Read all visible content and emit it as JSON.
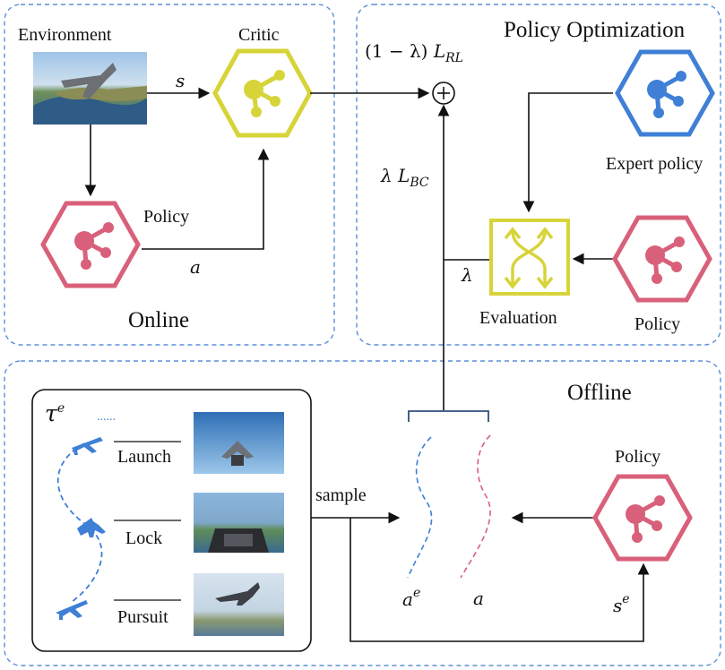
{
  "panels": {
    "online": {
      "title": "Online"
    },
    "policy_optimization": {
      "title": "Policy Optimization"
    },
    "offline": {
      "title": "Offline"
    }
  },
  "nodes": {
    "environment": "Environment",
    "critic": "Critic",
    "online_policy": "Policy",
    "expert_policy": "Expert policy",
    "evaluation": "Evaluation",
    "opt_policy": "Policy",
    "offline_policy": "Policy"
  },
  "edge_labels": {
    "state": "s",
    "action": "a",
    "rl_loss_coeff": "(1 − λ)",
    "rl_loss": "L",
    "rl_loss_sub": "RL",
    "bc_coeff": "λ",
    "bc_loss": "L",
    "bc_loss_sub": "BC",
    "lambda": "λ",
    "plus": "+",
    "sample": "sample"
  },
  "trajectory": {
    "symbol": "τ",
    "symbol_sup": "e",
    "dots": "......",
    "stages": [
      "Launch",
      "Lock",
      "Pursuit"
    ]
  },
  "offline_labels": {
    "expert_action": "a",
    "expert_action_sup": "e",
    "action": "a",
    "expert_state": "s",
    "expert_state_sup": "e"
  },
  "colors": {
    "panel_border": "#5b8fd6",
    "critic": "#d7d43a",
    "policy": "#d9607a",
    "expert": "#3f7fd6",
    "arrow": "#111111",
    "bracket": "#2f4f7a"
  },
  "icons": {
    "critic": "network-node-icon",
    "policy": "network-node-icon",
    "expert": "network-node-icon",
    "evaluation": "crossover-arrows-icon",
    "jet": "fighter-jet-icon",
    "sum": "plus-circle-icon"
  }
}
